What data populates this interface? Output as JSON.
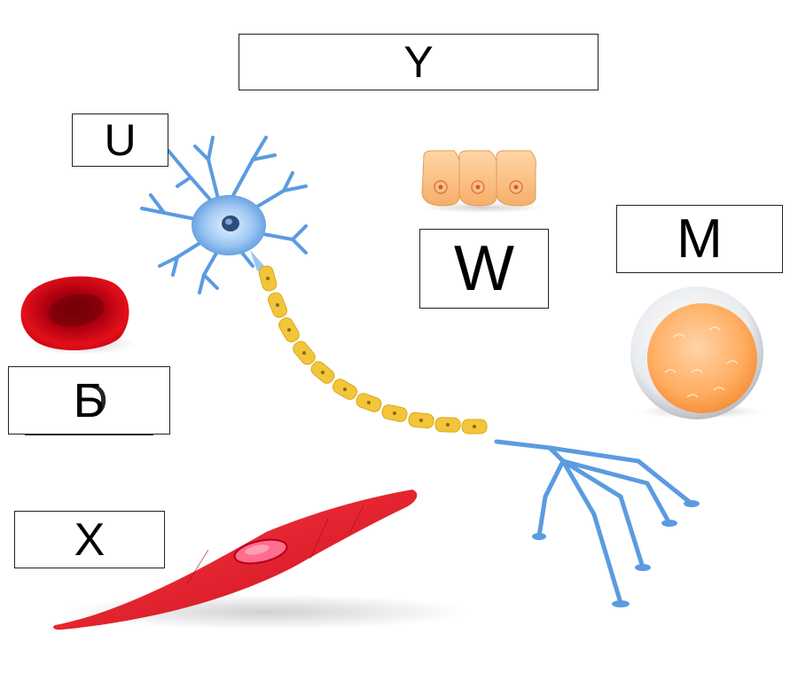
{
  "labels": {
    "top": "Y",
    "neuron": "U",
    "epithelial": "W",
    "fat_cell": "M",
    "red_blood_cell": "Б",
    "red_blood_cell_overlap": "D",
    "muscle": "X"
  }
}
